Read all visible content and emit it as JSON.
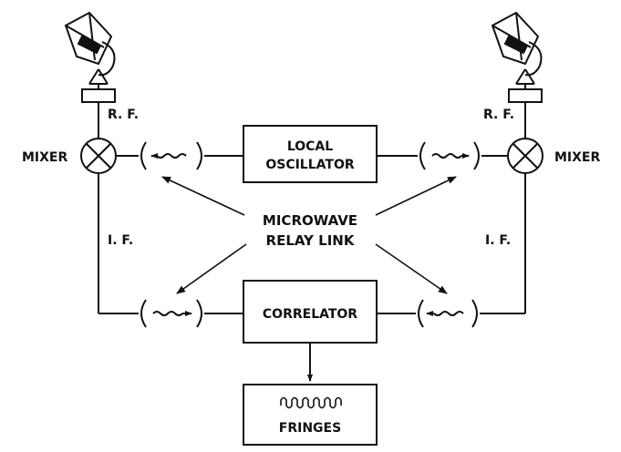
{
  "labels": {
    "rf_left": "R. F.",
    "rf_right": "R. F.",
    "mixer_left": "MIXER",
    "mixer_right": "MIXER",
    "if_left": "I. F.",
    "if_right": "I. F.",
    "local_oscillator_line1": "LOCAL",
    "local_oscillator_line2": "OSCILLATOR",
    "microwave_line1": "MICROWAVE",
    "microwave_line2": "RELAY LINK",
    "correlator": "CORRELATOR",
    "fringes": "FRINGES"
  },
  "colors": {
    "ink": "#111111",
    "background": "#ffffff"
  }
}
